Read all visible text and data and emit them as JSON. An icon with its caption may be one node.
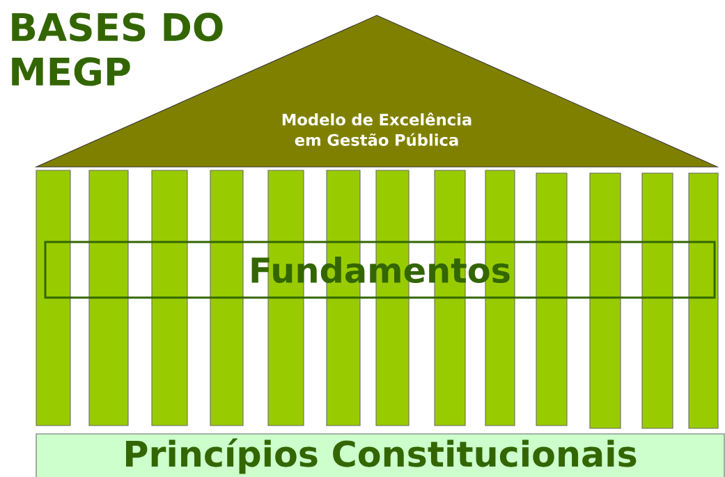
{
  "diagram": {
    "title": "BASES DO MEGP",
    "nodes": [
      {
        "text": [
          "Modelo de Excelência em Gestão Pública"
        ]
      },
      {
        "text": [
          "Fundamentos"
        ]
      },
      {
        "text": [
          "Princípios Constitucionais"
        ]
      }
    ]
  }
}
